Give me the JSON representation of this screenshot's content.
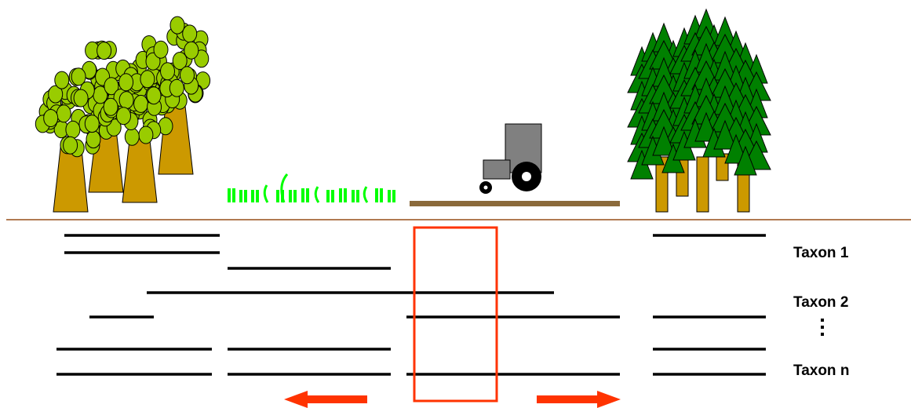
{
  "habitats": [
    {
      "name": "broadleaf forest",
      "icon": "deciduous-tree-icon"
    },
    {
      "name": "grassland",
      "icon": "grass-tuft-icon"
    },
    {
      "name": "cultivated field",
      "icon": "tractor-icon"
    },
    {
      "name": "conifer forest",
      "icon": "conifer-tree-icon"
    }
  ],
  "taxa": {
    "labels": [
      "Taxon 1",
      "Taxon 2",
      "Taxon n"
    ],
    "ellipsis_icon": "vertical-ellipsis-icon"
  },
  "colors": {
    "ground_line": "#b07a52",
    "soil": "#8b6a3b",
    "trunk": "#cc9900",
    "broadleaf_crown": "#99cc00",
    "conifer": "#008000",
    "grass": "#00ff00",
    "tractor": "#808080",
    "highlight": "#ff3300",
    "range_line": "#000000"
  }
}
